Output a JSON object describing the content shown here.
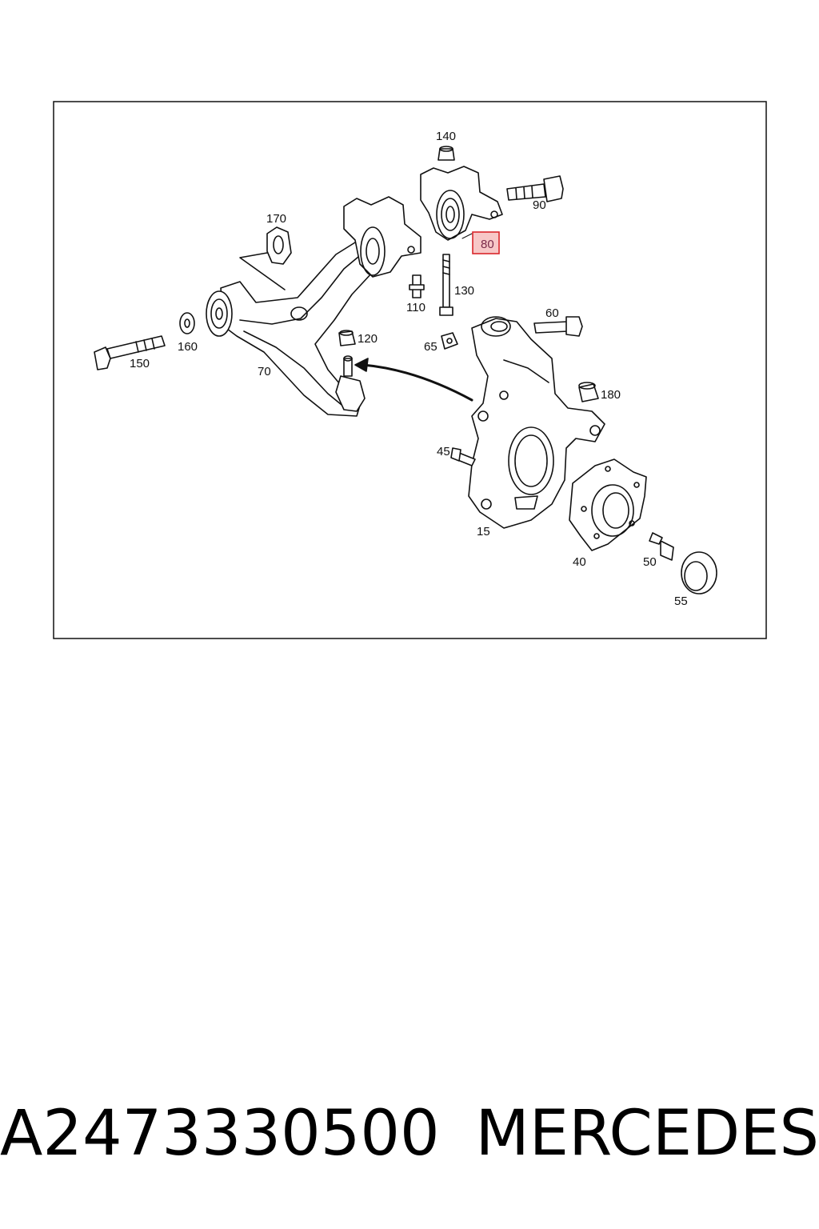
{
  "caption": {
    "part_number": "A2473330500",
    "brand": "MERCEDES"
  },
  "colors": {
    "highlight": "#d9262b",
    "highlight_fill": "#f7c7c7",
    "line": "#111111"
  },
  "callouts": {
    "c140": "140",
    "c90": "90",
    "c80": "80",
    "c170": "170",
    "c110": "110",
    "c130": "130",
    "c60": "60",
    "c160": "160",
    "c120": "120",
    "c65": "65",
    "c150": "150",
    "c70": "70",
    "c180": "180",
    "c45": "45",
    "c15": "15",
    "c40": "40",
    "c50": "50",
    "c55": "55"
  },
  "highlighted_part": "80"
}
